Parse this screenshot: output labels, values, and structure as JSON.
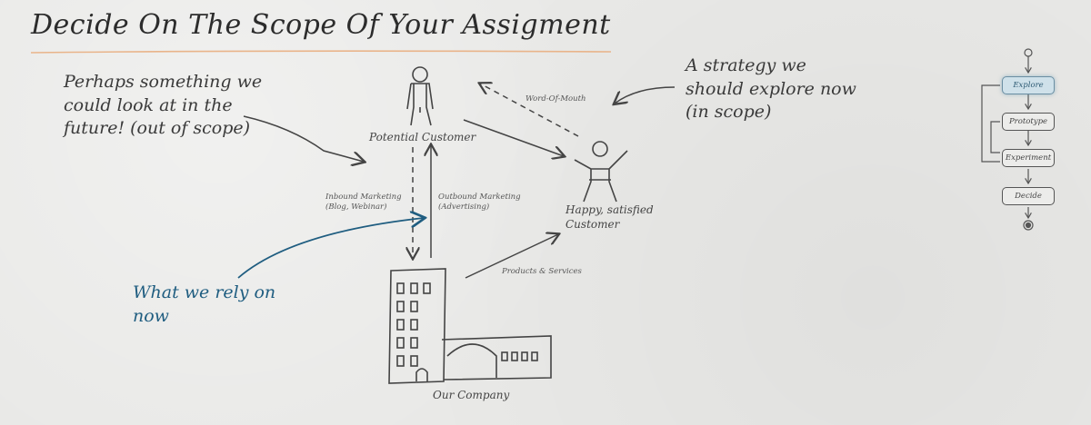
{
  "title": "Decide On The Scope Of Your Assigment",
  "notes": {
    "future": "Perhaps something we could look at in the future! (out of scope)",
    "explore": "A strategy we should explore now (in scope)",
    "rely": "What we rely on now"
  },
  "nodes": {
    "potential_customer": "Potential Customer",
    "happy_customer": "Happy, satisfied Customer",
    "our_company": "Our Company"
  },
  "edges": {
    "word_of_mouth": "Word-Of-Mouth",
    "inbound": "Inbound Marketing (Blog, Webinar)",
    "outbound": "Outbound Marketing (Advertising)",
    "products": "Products & Services"
  },
  "workflow": {
    "steps": [
      "Explore",
      "Prototype",
      "Experiment",
      "Decide"
    ],
    "active": "Explore"
  },
  "colors": {
    "ink": "#3a3a3a",
    "blue": "#1f5d80",
    "title_underline": "#e9b48a",
    "active_step": "#cfe1ea"
  }
}
